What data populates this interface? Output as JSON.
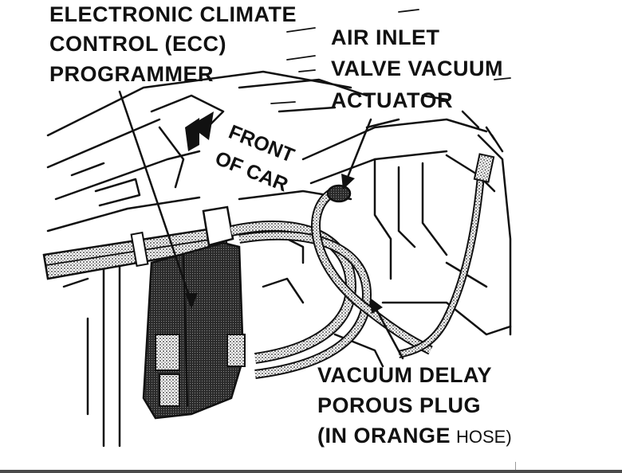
{
  "labels": {
    "ecc_line1": "ELECTRONIC CLIMATE",
    "ecc_line2": "CONTROL (ECC)",
    "ecc_line3": "PROGRAMMER",
    "air_line1": "AIR INLET",
    "air_line2": "VALVE VACUUM",
    "air_line3": "ACTUATOR",
    "front_line1": "FRONT",
    "front_line2": "OF CAR",
    "plug_line1": "VACUUM DELAY",
    "plug_line2": "POROUS PLUG",
    "plug_line3": "(IN ORANGE",
    "plug_line3_hose": "HOSE)"
  },
  "colors": {
    "ink": "#111111",
    "background": "#ffffff",
    "footer": "#4a4a4a"
  }
}
